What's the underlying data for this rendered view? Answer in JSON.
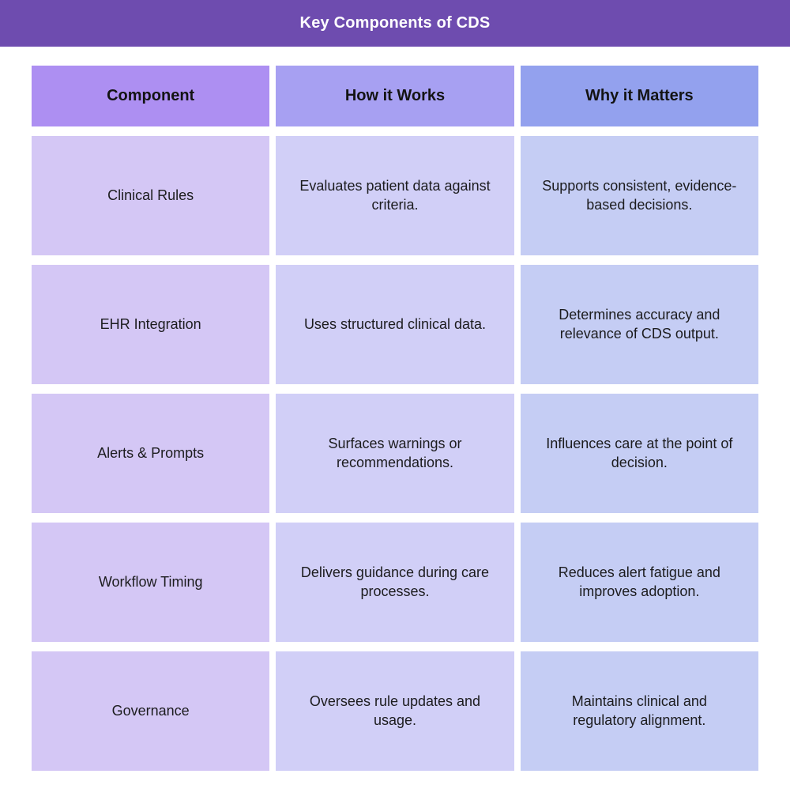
{
  "chart_data": {
    "type": "table",
    "title": "Key Components of CDS",
    "columns": [
      {
        "label": "Component",
        "header_bg": "#ad8ff2",
        "cell_bg": "#d4c7f5"
      },
      {
        "label": "How it Works",
        "header_bg": "#a7a0f2",
        "cell_bg": "#d1cff7"
      },
      {
        "label": "Why it Matters",
        "header_bg": "#93a1ee",
        "cell_bg": "#c5cdf4"
      }
    ],
    "rows": [
      [
        "Clinical Rules",
        "Evaluates patient data against criteria.",
        "Supports consistent, evidence-based decisions."
      ],
      [
        "EHR Integration",
        "Uses structured clinical data.",
        "Determines accuracy and relevance of CDS output."
      ],
      [
        "Alerts & Prompts",
        "Surfaces warnings or recommendations.",
        "Influences care at the point of decision."
      ],
      [
        "Workflow Timing",
        "Delivers guidance during care processes.",
        "Reduces alert fatigue and improves adoption."
      ],
      [
        "Governance",
        "Oversees rule updates and usage.",
        "Maintains clinical and regulatory alignment."
      ]
    ]
  },
  "colors": {
    "banner_bg": "#6e4caf",
    "banner_text": "#ffffff",
    "page_bg": "#ffffff",
    "body_text": "#1c1c1e"
  }
}
